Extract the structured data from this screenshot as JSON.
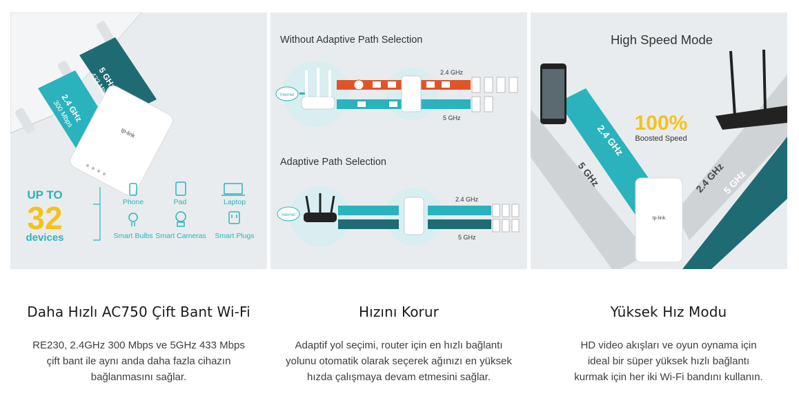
{
  "panel1": {
    "band_5": "5 GHz",
    "band_5_speed": "433 Mbps",
    "band_24": "2.4 GHz",
    "band_24_speed": "300 Mbps",
    "device_brand": "tp-link",
    "up_to": "UP TO",
    "count": "32",
    "devices": "devices",
    "device_types": [
      "Phone",
      "Pad",
      "Laptop",
      "Smart Bulbs",
      "Smart Cameras",
      "Smart Plugs"
    ]
  },
  "panel2": {
    "title_without": "Without Adaptive Path Selection",
    "title_with": "Adaptive Path Selection",
    "internet": "Internet",
    "band_24": "2.4 GHz",
    "band_5": "5 GHz"
  },
  "panel3": {
    "title": "High Speed Mode",
    "boost_value": "100%",
    "boost_label": "Boosted Speed",
    "band_24": "2.4 GHz",
    "band_5": "5 GHz",
    "device_brand": "tp-link"
  },
  "features": [
    {
      "title": "Daha Hızlı AC750 Çift Bant Wi-Fi",
      "lines": [
        "RE230, 2.4GHz 300 Mbps ve 5GHz 433 Mbps",
        "çift bant ile aynı anda daha fazla cihazın",
        "bağlanmasını sağlar."
      ]
    },
    {
      "title": "Hızını Korur",
      "lines": [
        "Adaptif yol seçimi, router için en hızlı bağlantı",
        "yolunu otomatik olarak seçerek ağınızı en yüksek",
        "hızda çalışmaya devam etmesini sağlar."
      ]
    },
    {
      "title": "Yüksek Hız Modu",
      "lines": [
        "HD video akışları ve oyun oynama için",
        "ideal bir süper yüksek hızlı bağlantı",
        "kurmak için her iki Wi-Fi bandını kullanın."
      ]
    }
  ],
  "colors": {
    "teal": "#2ab3bd",
    "dark_teal": "#1f6b74",
    "orange": "#e0542a",
    "yellow": "#f5c21b",
    "panel_bg": "#e9ecee"
  }
}
